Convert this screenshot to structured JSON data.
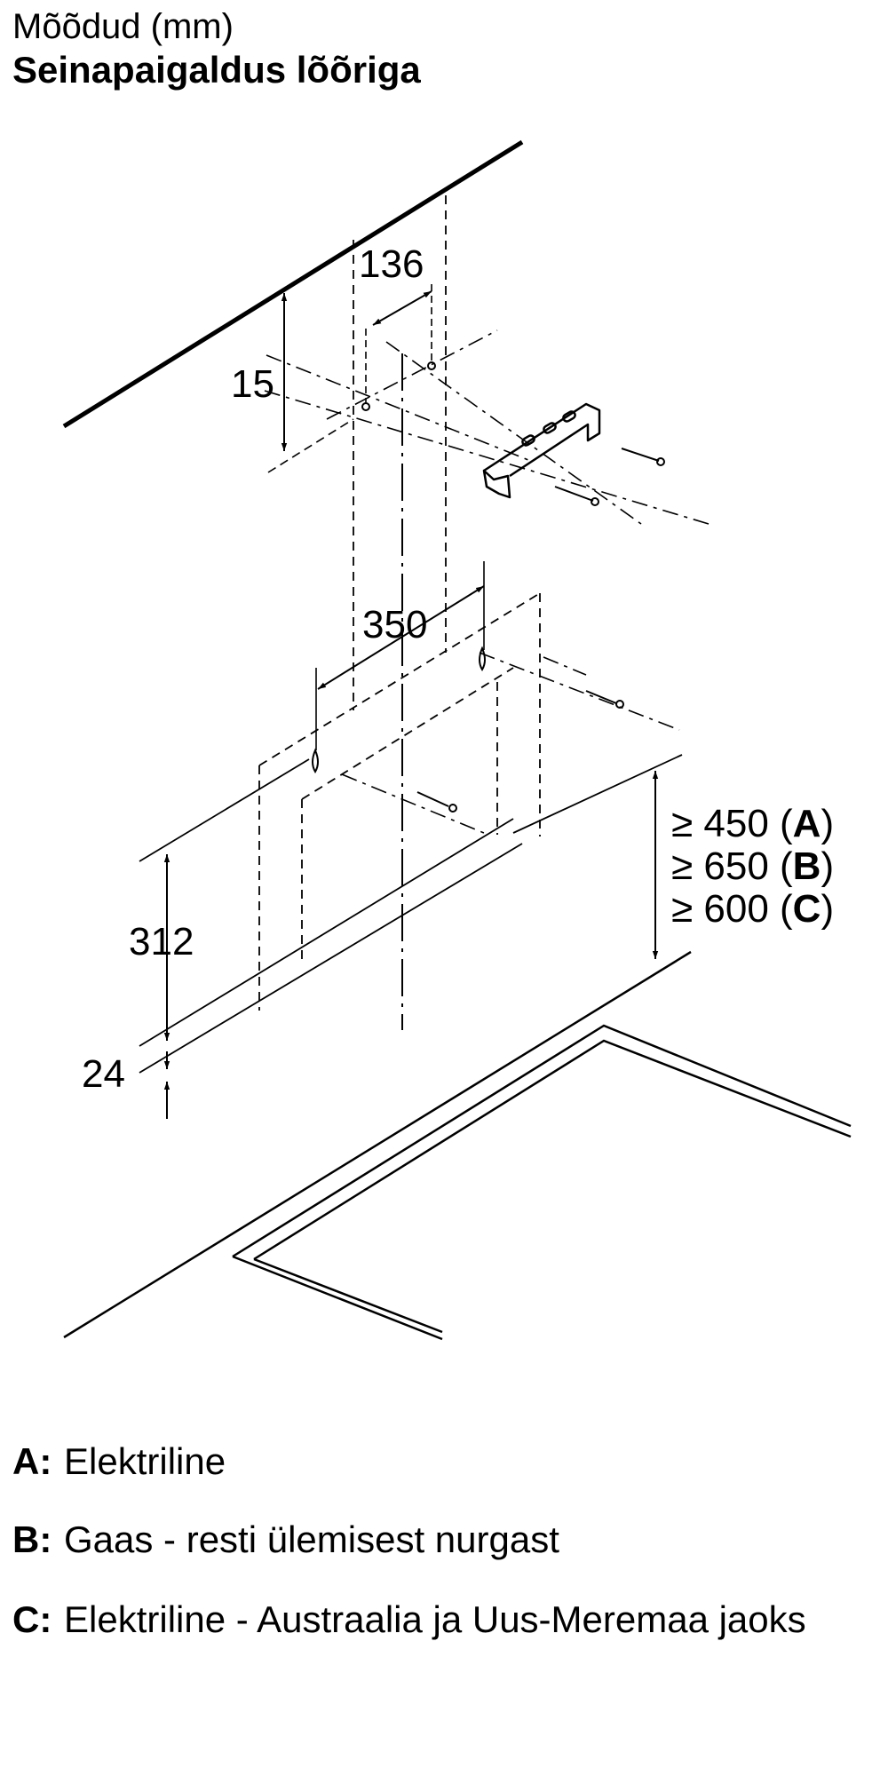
{
  "header": {
    "title": "Mõõdud (mm)",
    "subtitle": "Seinapaigaldus lõõriga"
  },
  "dimensions": {
    "d136": "136",
    "d15": "15",
    "d350": "350",
    "d312": "312",
    "d24": "24"
  },
  "clearances": [
    {
      "prefix": "≥ 450 (",
      "key": "A",
      "suffix": ")"
    },
    {
      "prefix": "≥ 650 (",
      "key": "B",
      "suffix": ")"
    },
    {
      "prefix": "≥ 600 (",
      "key": "C",
      "suffix": ")"
    }
  ],
  "legend": [
    {
      "key": "A:",
      "text": "Elektriline"
    },
    {
      "key": "B:",
      "text": "Gaas - resti ülemisest nurgast"
    },
    {
      "key": "C:",
      "text": "Elektriline - Austraalia ja Uus-Meremaa jaoks"
    }
  ]
}
